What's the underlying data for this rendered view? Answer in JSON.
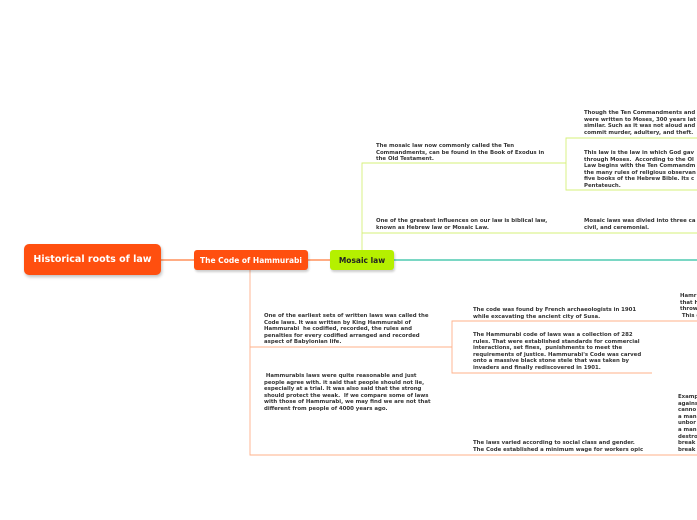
{
  "root": {
    "label": "Historical roots of law"
  },
  "code_node": {
    "label": "The Code of Hammurabi"
  },
  "mosaic_node": {
    "label": "Mosaic law"
  },
  "texts": {
    "mosaic_ten_commandments": "The mosaic law now commonly called the Ten\nCommandments, can be found in the Book of Exodus in\nthe Old Testament.",
    "mosaic_biblical": "One of the greatest influences on our law is biblical law,\nknown as Hebrew law or Mosaic Law.",
    "ten_written_moses": "Though the Ten Commandments and\nwere written to Moses, 300 years lat\nsimilar. Such as it was not aloud and\ncommit murder, adultery, and theft.",
    "god_gave": "This law is the law in which God gav\nthrough Moses.  According to the Ol\nLaw begins with the Ten Commandm\nthe many rules of religious observan\nfive books of the Hebrew Bible. Its c\nPentateuch.",
    "three_categories": "Mosaic laws was divied into three ca\ncivil, and ceremonial.",
    "code_earliest": "One of the earliest sets of written laws was called the\nCode laws. It was written by King Hammurabi of\nHammurabi  he codified, recorded, the rules and\npenalties for every codified arranged and recorded\naspect of Babylonian life.",
    "code_found": "The code was found by French archaeologists in 1901\nwhile excavating the ancient city of Susa.",
    "code_282": "The Hammurabi code of laws was a collection of 282\nrules. That were established standards for commercial\ninteractions, set fines,  punishments to meet the\nrequirements of justice. Hammurabi's Code was carved\nonto a massive black stone stele that was taken by\ninvaders and finally rediscovered in 1901.",
    "hamm_partial": "Hamr\nthat h\nthrow\n This g",
    "code_reasonable": " Hammurabis laws were quite reasonable and just\npeople agree with. it said that people should not lie,\nespecially at a trial. It was also said that the strong\nshould protect the weak.  If we compare some of laws\nwith those of Hammurabi, we may find we are not that\ndifferent from people of 4000 years ago.",
    "code_varied": "The laws varied according to social class and gender.\nThe Code established a minimum wage for workers opic",
    "example_partial": "Examp\nagains\ncanno\na man\nunbor\na man\ndestro\nbreak\nbreak"
  },
  "colors": {
    "root": "#ff4f0f",
    "code": "#ff4f0f",
    "mosaic": "#b5f000",
    "mosaic_branch": "#d6f07a",
    "code_branch": "#ffb08a",
    "main_line": "#2bbfa0"
  }
}
